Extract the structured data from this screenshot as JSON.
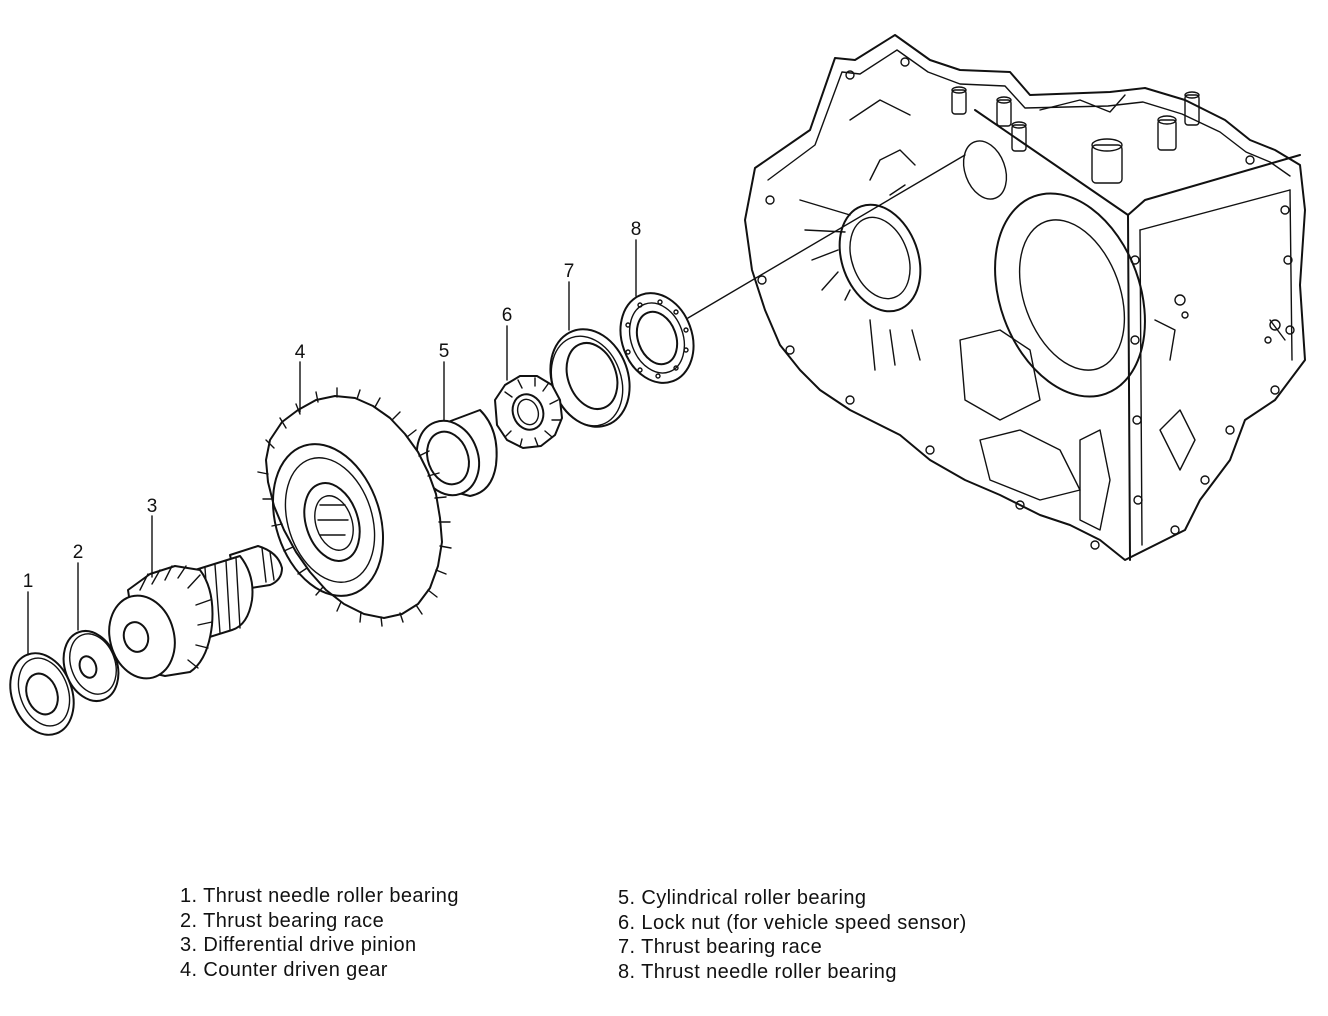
{
  "callouts": [
    "1",
    "2",
    "3",
    "4",
    "5",
    "6",
    "7",
    "8"
  ],
  "legend": {
    "left": [
      "1. Thrust needle roller bearing",
      "2. Thrust bearing race",
      "3. Differential drive pinion",
      "4. Counter driven gear"
    ],
    "right": [
      "5. Cylindrical roller bearing",
      "6. Lock nut (for vehicle speed sensor)",
      "7. Thrust bearing race",
      "8. Thrust needle roller bearing"
    ]
  }
}
